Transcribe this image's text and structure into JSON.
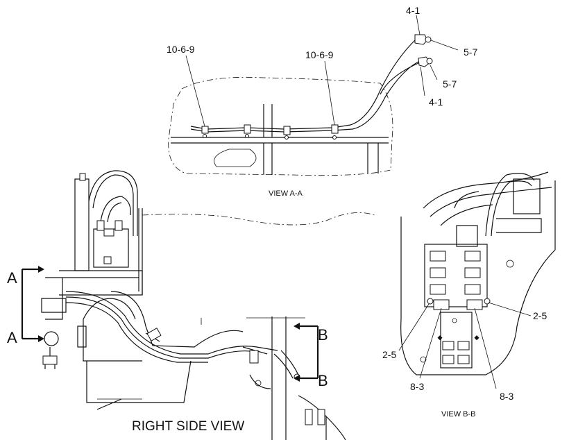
{
  "callouts": {
    "a_left": "10-6-9",
    "a_mid": "10-6-9",
    "a_top_1": "4-1",
    "a_top_2": "5-7",
    "a_mid_2": "5-7",
    "a_low_1": "4-1",
    "b_right": "2-5",
    "b_left": "2-5",
    "b_low_left": "8-3",
    "b_low_right": "8-3"
  },
  "views": {
    "view_aa": "VIEW A-A",
    "view_bb": "VIEW B-B",
    "right_side": "RIGHT SIDE VIEW"
  },
  "sections": {
    "a_top": "A",
    "a_bottom": "A",
    "b_top": "B",
    "b_bottom": "B"
  }
}
